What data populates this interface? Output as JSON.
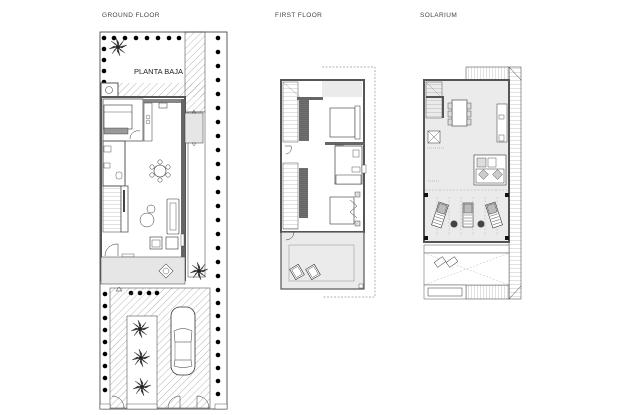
{
  "labels": {
    "ground_floor": "GROUND FLOOR",
    "first_floor": "FIRST FLOOR",
    "solarium": "SOLARIUM"
  },
  "ground_floor": {
    "garden_label": "PLANTA BAJA"
  },
  "colors": {
    "wall": "#555555",
    "line": "#333333",
    "terrace_fill": "#e6e6e6",
    "solarium_fill": "#ebebeb",
    "hatch": "#777777",
    "hedge_dot": "#000000"
  }
}
